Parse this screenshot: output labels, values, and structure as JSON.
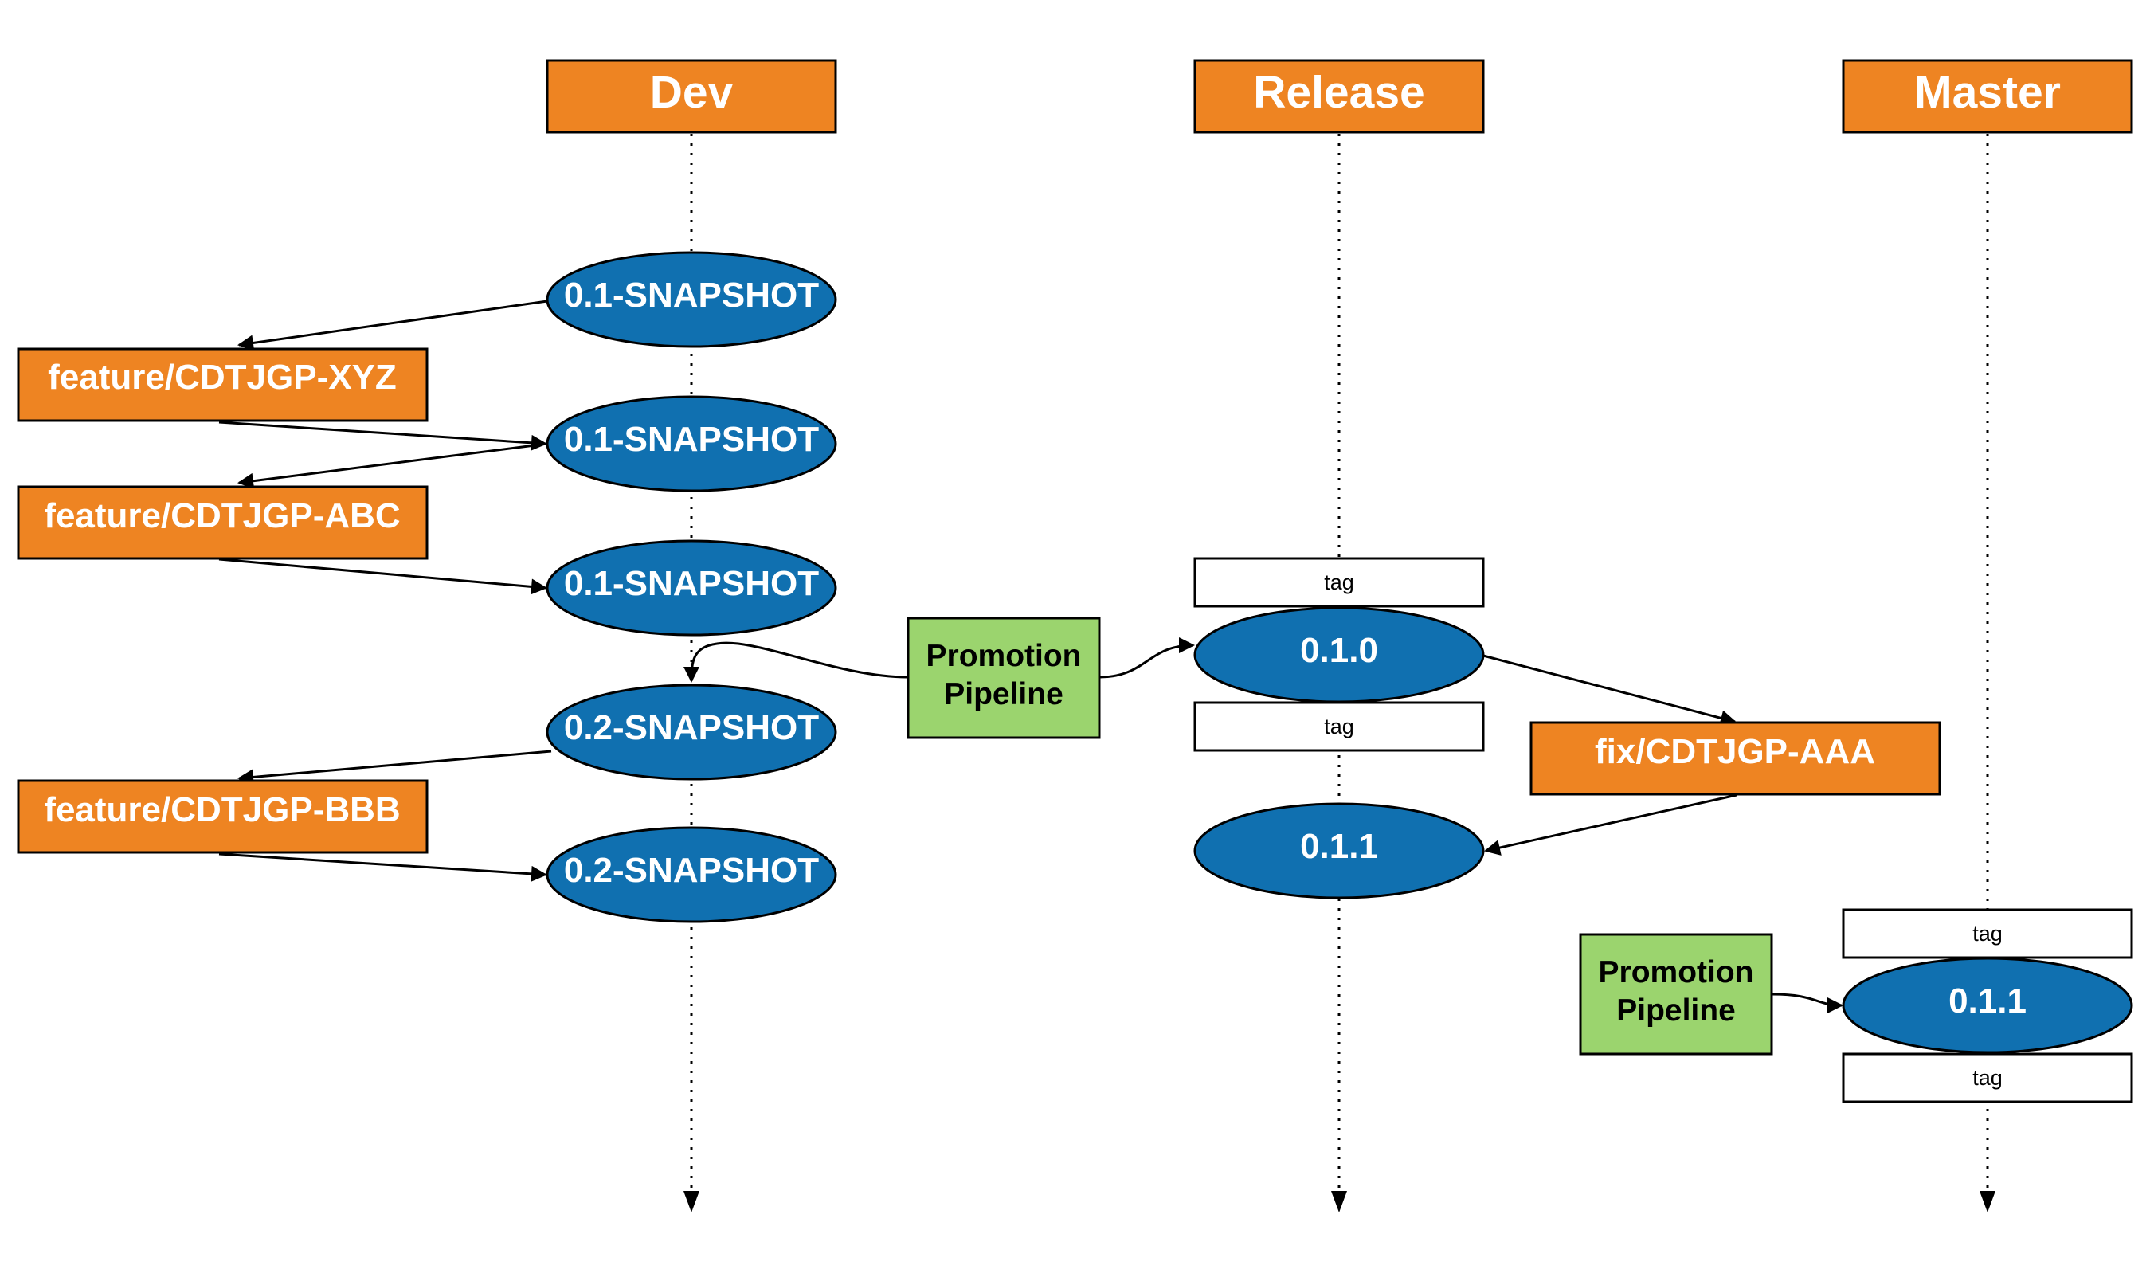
{
  "lanes": {
    "dev": "Dev",
    "release": "Release",
    "master": "Master"
  },
  "dev_versions": [
    "0.1-SNAPSHOT",
    "0.1-SNAPSHOT",
    "0.1-SNAPSHOT",
    "0.2-SNAPSHOT",
    "0.2-SNAPSHOT"
  ],
  "feature_branches": [
    "feature/CDTJGP-XYZ",
    "feature/CDTJGP-ABC",
    "feature/CDTJGP-BBB"
  ],
  "fix_branch": "fix/CDTJGP-AAA",
  "release_versions": [
    "0.1.0",
    "0.1.1"
  ],
  "master_version": "0.1.1",
  "tag_label": "tag",
  "promotion": {
    "line1": "Promotion",
    "line2": "Pipeline"
  },
  "colors": {
    "orange": "#EE8422",
    "blue": "#1070B0",
    "green": "#9BD46E"
  }
}
